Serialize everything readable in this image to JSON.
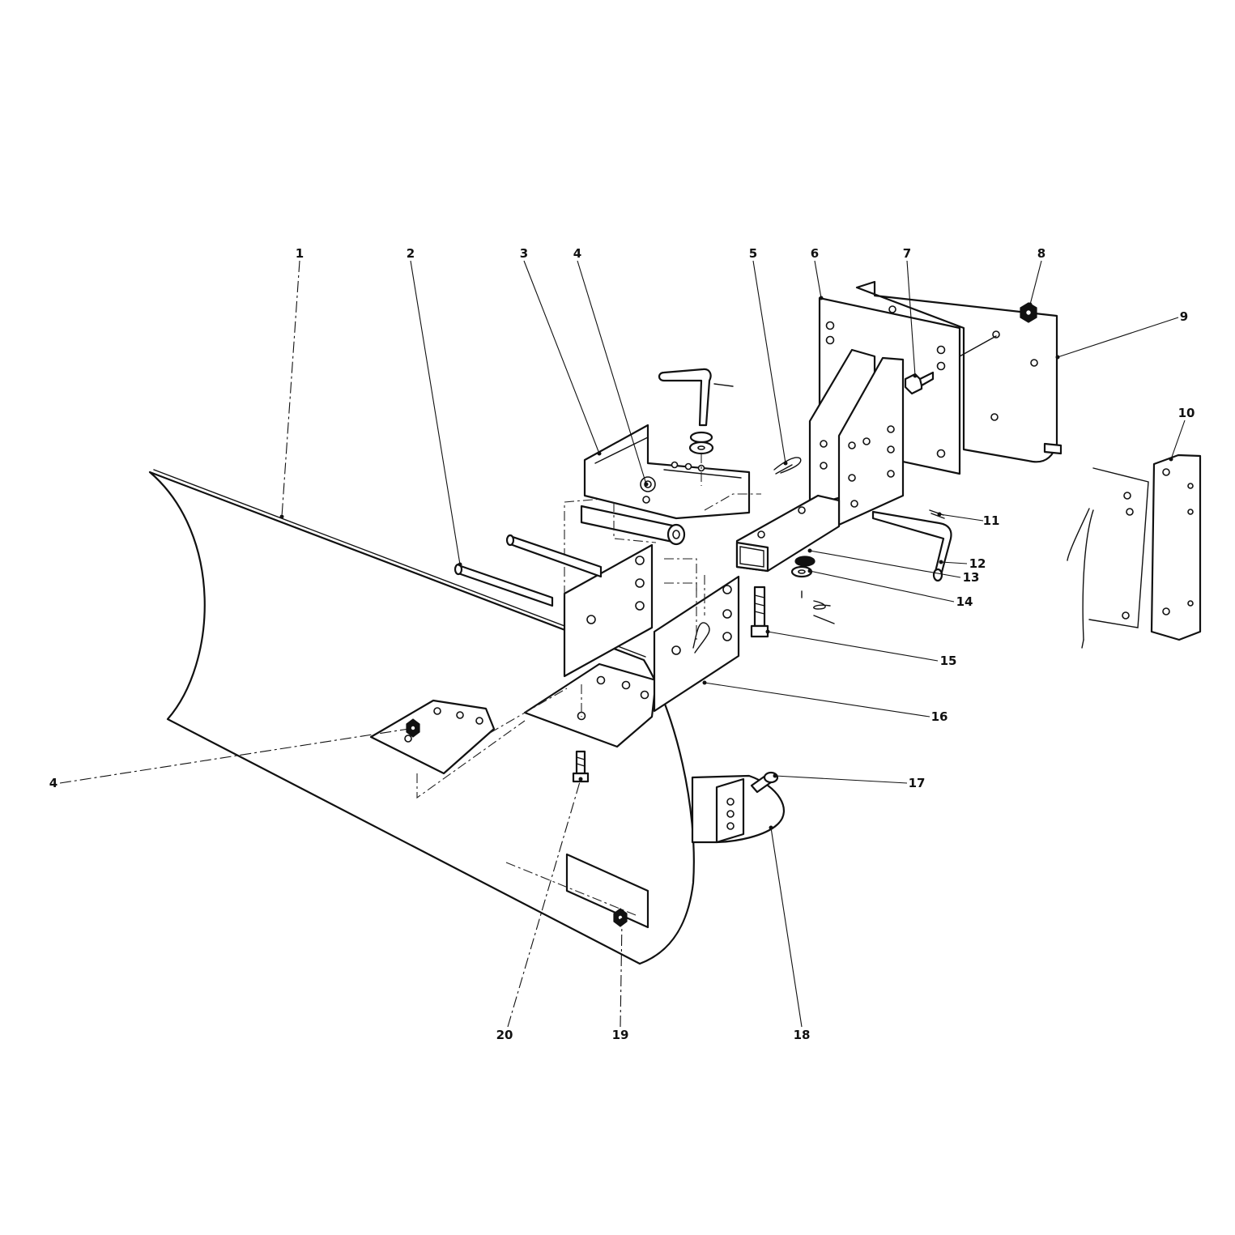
{
  "callouts": [
    {
      "id": "c1",
      "label": "1",
      "part": "blade"
    },
    {
      "id": "c2",
      "label": "2",
      "part": "pivot-pin"
    },
    {
      "id": "c3",
      "label": "3",
      "part": "angle-bracket"
    },
    {
      "id": "c4a",
      "label": "4",
      "part": "nut"
    },
    {
      "id": "c5",
      "label": "5",
      "part": "hairpin-clip"
    },
    {
      "id": "c6",
      "label": "6",
      "part": "mounting-plate"
    },
    {
      "id": "c7",
      "label": "7",
      "part": "bolt"
    },
    {
      "id": "c8",
      "label": "8",
      "part": "nut"
    },
    {
      "id": "c9",
      "label": "9",
      "part": "frame-bracket"
    },
    {
      "id": "c10",
      "label": "10",
      "part": "side-bracket"
    },
    {
      "id": "c11",
      "label": "11",
      "part": "cotter-pin"
    },
    {
      "id": "c12",
      "label": "12",
      "part": "l-pin"
    },
    {
      "id": "c13",
      "label": "13",
      "part": "washer"
    },
    {
      "id": "c14",
      "label": "14",
      "part": "washer"
    },
    {
      "id": "c15",
      "label": "15",
      "part": "bolt"
    },
    {
      "id": "c16",
      "label": "16",
      "part": "pivot-bracket"
    },
    {
      "id": "c17",
      "label": "17",
      "part": "carriage-bolt"
    },
    {
      "id": "c18",
      "label": "18",
      "part": "skid-shoe"
    },
    {
      "id": "c19",
      "label": "19",
      "part": "nut"
    },
    {
      "id": "c20",
      "label": "20",
      "part": "screw"
    },
    {
      "id": "c4b",
      "label": "4",
      "part": "nut"
    }
  ]
}
